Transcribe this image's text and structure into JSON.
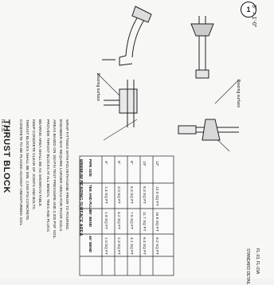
{
  "title": "THRUST BLOCK",
  "scale_left": "N.T.S.",
  "scale_top": "3\" = 1'-0\"",
  "circle_label": "1",
  "notes": [
    "CONCRETE TO BE PLACED AGAINST UNDISTURBED SOIL.",
    "THRUST BLOCKS SHALL BE MIN. 2,500 PSI CONCRETE.",
    "KEEP CONCRETE CLEAR OF JOINTS AND BOLTS.",
    "BEARING AREA SHALL BE AS SHOWN IN TABLE.",
    "PROVIDE THRUST BLOCKS AT ALL BENDS, TEES AND PLUGS.",
    "AREAS BASED ON 150 PSI TEST PRESSURE AND 2,000 PSF SOIL.",
    "ENGINEER MAY REQUIRE LARGER AREAS FOR POOR SOILS.",
    "WRAP FITTINGS WITH POLYETHYLENE PRIOR TO POURING."
  ],
  "labels": {
    "bearing_surface_a": "Bearing surface",
    "bearing_surface_b": "Bearing surface"
  },
  "table": {
    "heading": "MINIMUM BEARING SURFACE AREA",
    "columns": [
      "PIPE SIZE",
      "TEE AND PLUG",
      "90° BEND",
      "45° BEND"
    ],
    "rows": [
      [
        "4\"",
        "1.4 SQ FT",
        "1.9 SQ FT",
        "1.0 SQ FT"
      ],
      [
        "6\"",
        "3.0 SQ FT",
        "4.2 SQ FT",
        "2.3 SQ FT"
      ],
      [
        "8\"",
        "5.3 SQ FT",
        "7.5 SQ FT",
        "4.1 SQ FT"
      ],
      [
        "10\"",
        "8.3 SQ FT",
        "11.7 SQ FT",
        "6.4 SQ FT"
      ],
      [
        "12\"",
        "12.0 SQ FT",
        "16.9 SQ FT",
        "9.2 SQ FT"
      ]
    ]
  },
  "footer": [
    "STANDARD DETAIL",
    "FL-03, FL-03A"
  ]
}
